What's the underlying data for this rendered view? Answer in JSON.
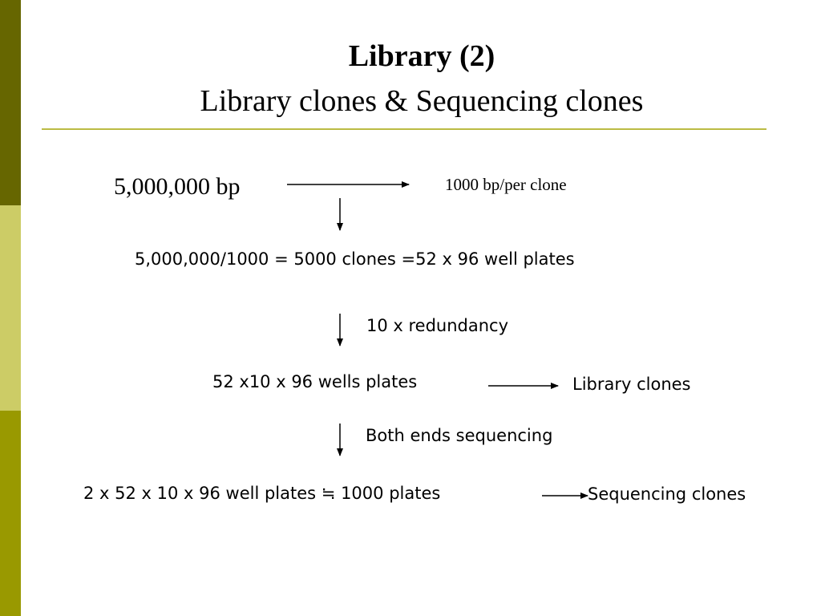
{
  "slide": {
    "title_line1_a": "Library",
    "title_line1_b": " (2)",
    "title_line2": "Library clones & Sequencing clones"
  },
  "diagram": {
    "genome_size": "5,000,000 bp",
    "per_clone": "1000 bp/per clone",
    "calculation": "5,000,000/1000 = 5000 clones =52 x 96 well plates",
    "redundancy": "10 x redundancy",
    "wells": "52 x10 x 96 wells plates",
    "library_clones": "Library clones",
    "both_ends": "Both ends sequencing",
    "sequencing_calc": "2 x 52 x 10 x 96 well plates ≒ 1000 plates",
    "sequencing_clones": "Sequencing clones"
  },
  "colors": {
    "bar_dark": "#666600",
    "bar_light": "#cccc66",
    "bar_mid": "#999900",
    "rule": "#bbbb44"
  }
}
